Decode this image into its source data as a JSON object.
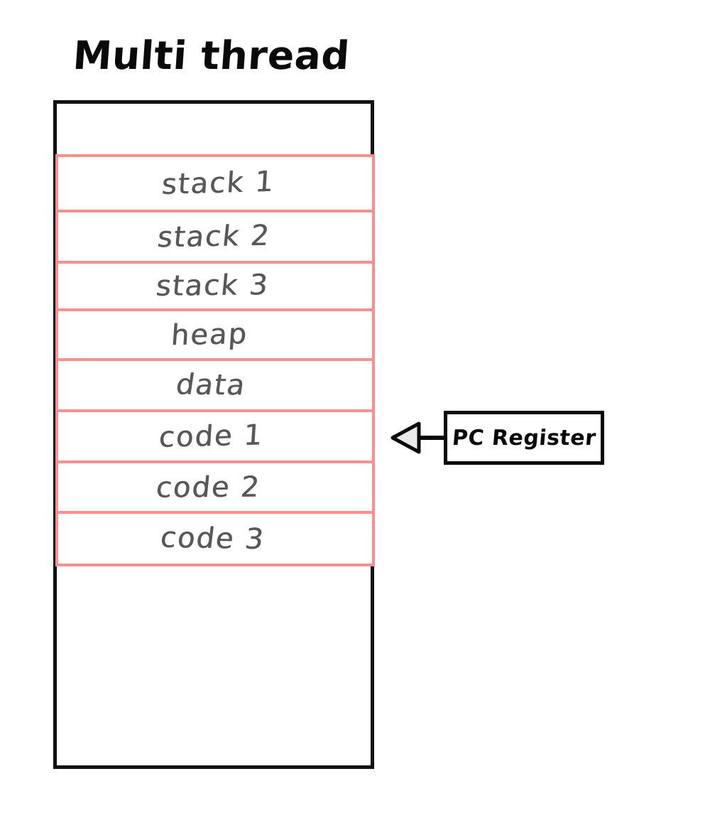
{
  "diagram": {
    "title": "Multi thread",
    "type": "memory-layout-diagram",
    "background_color": "#ffffff",
    "outer_box": {
      "name": "process-memory-box",
      "border_color": "#111111"
    },
    "memory_block": {
      "name": "thread-memory-segments",
      "border_color": "#f98f8f",
      "text_color": "#585858",
      "rows": [
        {
          "label": "stack 1",
          "segment": "stack"
        },
        {
          "label": "stack 2",
          "segment": "stack"
        },
        {
          "label": "stack 3",
          "segment": "stack"
        },
        {
          "label": "heap",
          "segment": "heap"
        },
        {
          "label": "data",
          "segment": "data"
        },
        {
          "label": "code 1",
          "segment": "code"
        },
        {
          "label": "code 2",
          "segment": "code"
        },
        {
          "label": "code 3",
          "segment": "code"
        }
      ]
    },
    "callout": {
      "name": "pc-register-callout",
      "label": "PC Register",
      "border_color": "#0a0a0a",
      "arrow": {
        "name": "pointer-arrow",
        "direction": "left",
        "head_style": "hollow-triangle",
        "head_fill": "#e9e9e9",
        "stroke_color": "#0a0a0a",
        "points_to_row": "code 1"
      }
    }
  }
}
